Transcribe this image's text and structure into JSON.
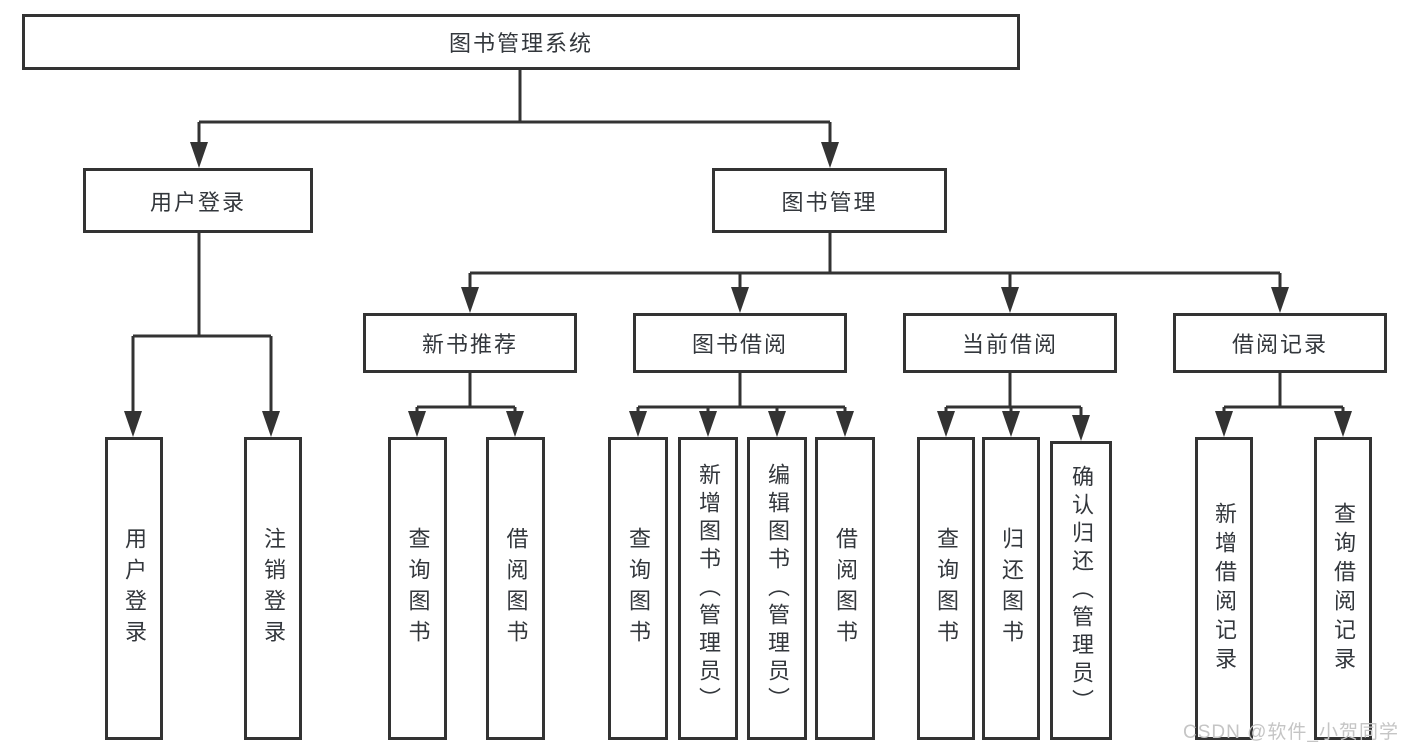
{
  "tree": {
    "label": "图书管理系统",
    "children": [
      {
        "label": "用户登录",
        "children": [
          {
            "label": "用户登录"
          },
          {
            "label": "注销登录"
          }
        ]
      },
      {
        "label": "图书管理",
        "children": [
          {
            "label": "新书推荐",
            "children": [
              {
                "label": "查询图书"
              },
              {
                "label": "借阅图书"
              }
            ]
          },
          {
            "label": "图书借阅",
            "children": [
              {
                "label": "查询图书"
              },
              {
                "label": "新增图书（管理员）"
              },
              {
                "label": "编辑图书（管理员）"
              },
              {
                "label": "借阅图书"
              }
            ]
          },
          {
            "label": "当前借阅",
            "children": [
              {
                "label": "查询图书"
              },
              {
                "label": "归还图书"
              },
              {
                "label": "确认归还（管理员）"
              }
            ]
          },
          {
            "label": "借阅记录",
            "children": [
              {
                "label": "新增借阅记录"
              },
              {
                "label": "查询借阅记录"
              }
            ]
          }
        ]
      }
    ]
  },
  "watermark": {
    "text": "CSDN @软件_小贺同学"
  },
  "colors": {
    "line": "#333333",
    "box_border": "#333333",
    "text": "#33373c",
    "watermark": "#c5c5c5",
    "background": "#ffffff"
  }
}
